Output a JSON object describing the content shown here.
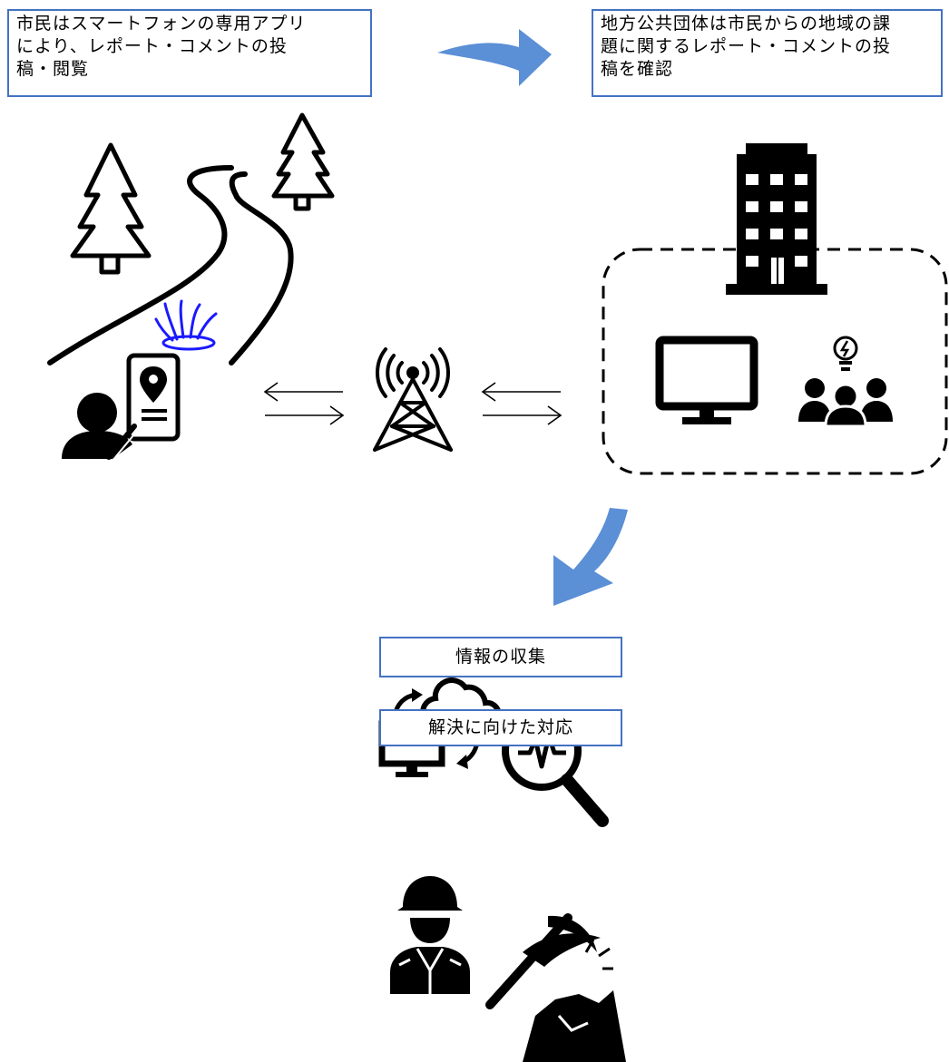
{
  "citizen_box": {
    "text": "市民はスマートフォンの専用アプリ\nにより、レポート・コメントの投\n稿・閲覧"
  },
  "government_box": {
    "text": "地方公共団体は市民からの地域の課\n題に関するレポート・コメントの投\n稿を確認"
  },
  "step_collect": {
    "label": "情報の収集"
  },
  "step_resolve": {
    "label": "解決に向けた対応"
  },
  "colors": {
    "accent_blue": "#5b8fd6",
    "box_border": "#4472c4",
    "icon": "#000000",
    "water": "#1a1aff"
  },
  "icons": [
    "tree-icon",
    "road-icon",
    "water-leak-icon",
    "smartphone-map-pin-icon",
    "person-icon",
    "exchange-arrows-icon",
    "radio-tower-icon",
    "office-building-icon",
    "monitor-icon",
    "team-idea-icon",
    "cloud-sync-icon",
    "analytics-magnifier-icon",
    "worker-icon",
    "pickaxe-icon"
  ]
}
